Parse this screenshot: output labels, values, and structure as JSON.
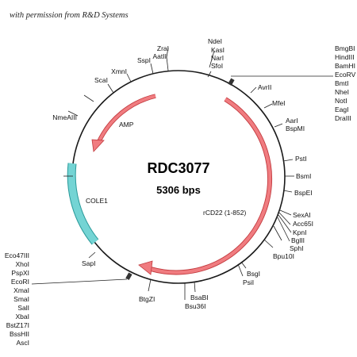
{
  "credit": "with permission from R&D Systems",
  "plasmid": {
    "name": "RDC3077",
    "size": "5306 bps"
  },
  "features": [
    {
      "label": "AMP",
      "kind": "arrow",
      "color": "#e8686c"
    },
    {
      "label": "COLE1",
      "kind": "box",
      "color": "#74d4d4"
    },
    {
      "label": "rCD22 (1-852)",
      "kind": "arrow",
      "color": "#e8686c"
    }
  ],
  "sites_top": [
    "NdeI",
    "KasI",
    "NarI",
    "SfoI"
  ],
  "sites_top_left": [
    "ZraI",
    "AatII",
    "SspI"
  ],
  "sites_left": [
    "XmnI",
    "ScaI",
    "NmeAIII"
  ],
  "sites_right_cluster": [
    "BmgBI",
    "HindIII",
    "BamHI",
    "EcoRV",
    "BmtI",
    "NheI",
    "NotI",
    "EagI",
    "DraIII"
  ],
  "sites_right": [
    "AvrII",
    "MfeI",
    "AarI",
    "BspMI",
    "PstI",
    "BsmI",
    "BspEI",
    "SexAI",
    "Acc65I",
    "KpnI",
    "BglII",
    "SphI",
    "Bpu10I"
  ],
  "sites_bottom_right": [
    "BsgI",
    "PsiI",
    "BsaBI",
    "Bsu36I",
    "BtgZI"
  ],
  "sites_left_cluster": [
    "Eco47III",
    "XhoI",
    "PspXI",
    "EcoRI",
    "XmaI",
    "SmaI",
    "SalI",
    "XbaI",
    "BstZ17I",
    "BssHII",
    "AscI"
  ],
  "sites_bottom_left": [
    "SapI"
  ]
}
